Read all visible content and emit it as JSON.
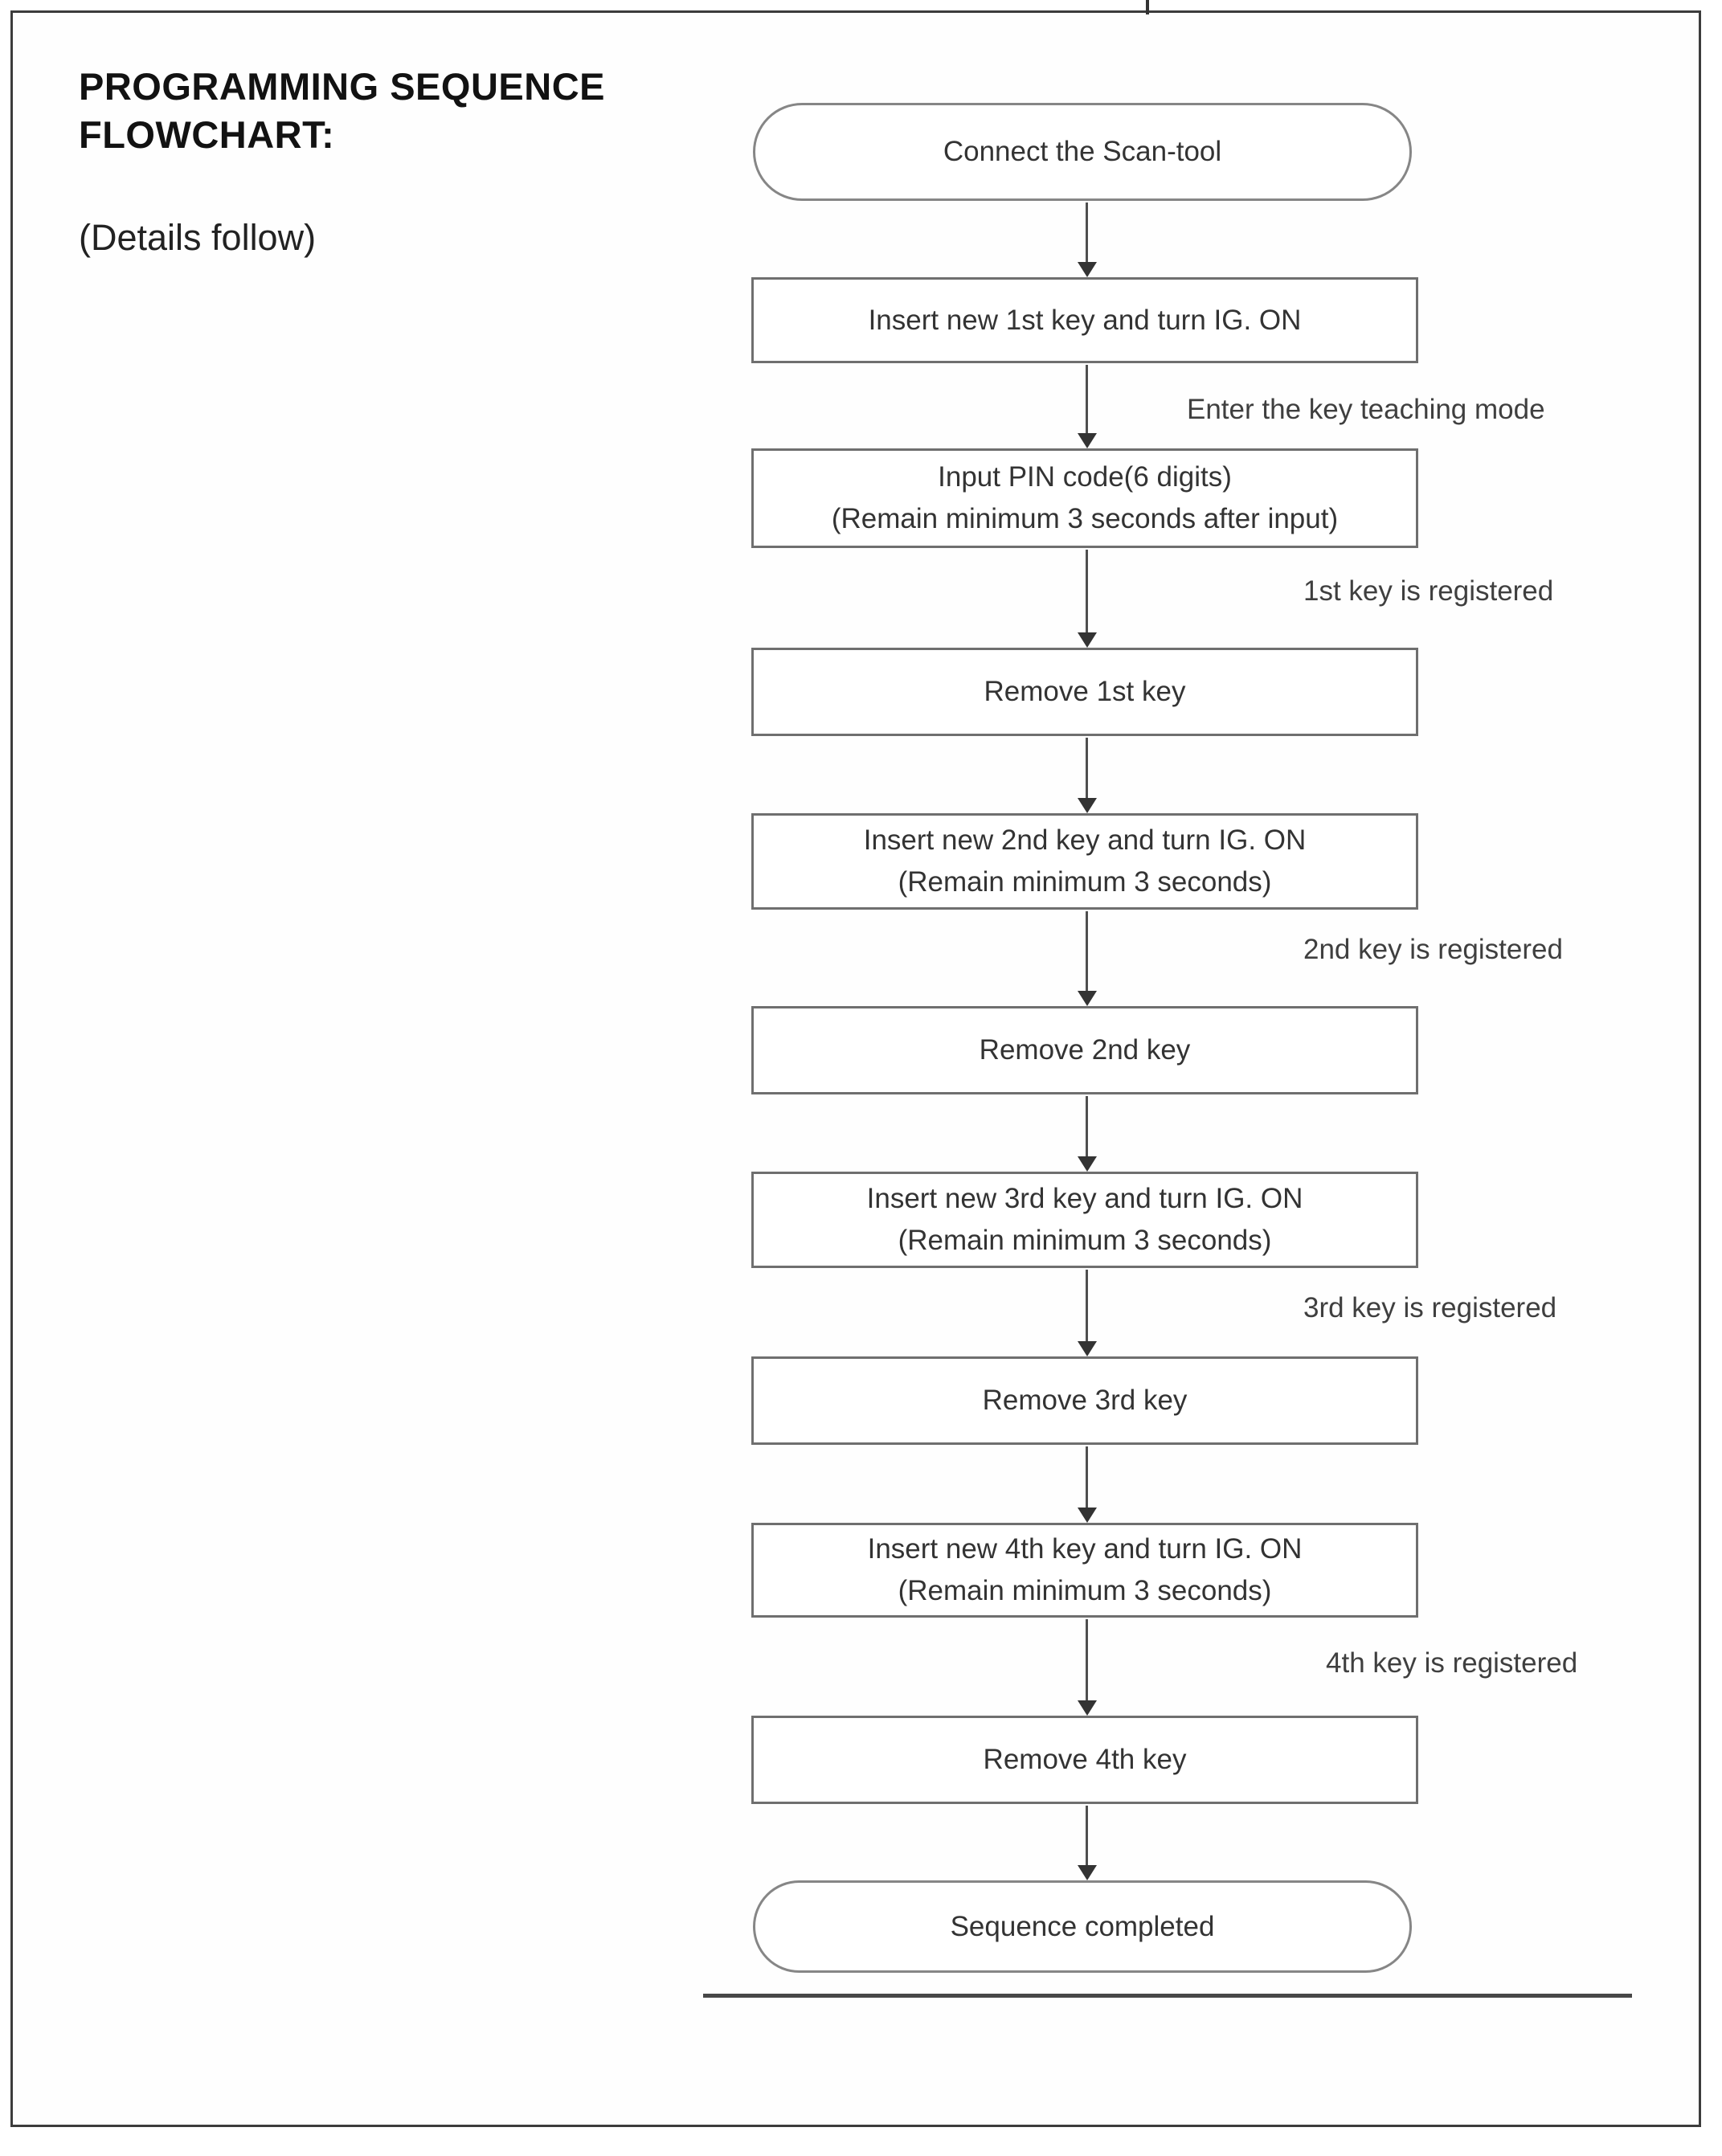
{
  "header": {
    "title": "PROGRAMMING SEQUENCE FLOWCHART:",
    "subtitle": "(Details follow)"
  },
  "flowchart": {
    "nodes": [
      {
        "id": "connect-scan-tool",
        "shape": "rounded",
        "lines": [
          "Connect the Scan-tool"
        ]
      },
      {
        "id": "insert-1st-key",
        "shape": "rect",
        "lines": [
          "Insert new 1st key and turn IG. ON"
        ]
      },
      {
        "id": "input-pin-code",
        "shape": "rect",
        "lines": [
          "Input PIN code(6 digits)",
          "(Remain minimum 3 seconds after input)"
        ]
      },
      {
        "id": "remove-1st-key",
        "shape": "rect",
        "lines": [
          "Remove 1st key"
        ]
      },
      {
        "id": "insert-2nd-key",
        "shape": "rect",
        "lines": [
          "Insert new 2nd key and turn IG. ON",
          "(Remain minimum 3 seconds)"
        ]
      },
      {
        "id": "remove-2nd-key",
        "shape": "rect",
        "lines": [
          "Remove 2nd key"
        ]
      },
      {
        "id": "insert-3rd-key",
        "shape": "rect",
        "lines": [
          "Insert new 3rd key and turn IG. ON",
          "(Remain minimum 3 seconds)"
        ]
      },
      {
        "id": "remove-3rd-key",
        "shape": "rect",
        "lines": [
          "Remove 3rd key"
        ]
      },
      {
        "id": "insert-4th-key",
        "shape": "rect",
        "lines": [
          "Insert new 4th key and turn IG. ON",
          "(Remain minimum 3 seconds)"
        ]
      },
      {
        "id": "remove-4th-key",
        "shape": "rect",
        "lines": [
          "Remove 4th key"
        ]
      },
      {
        "id": "sequence-completed",
        "shape": "rounded",
        "lines": [
          "Sequence completed"
        ]
      }
    ],
    "edge_labels": [
      {
        "text": "Enter the key teaching mode"
      },
      {
        "text": "1st key is registered"
      },
      {
        "text": "2nd key is registered"
      },
      {
        "text": "3rd key is registered"
      },
      {
        "text": "4th key is registered"
      }
    ]
  }
}
